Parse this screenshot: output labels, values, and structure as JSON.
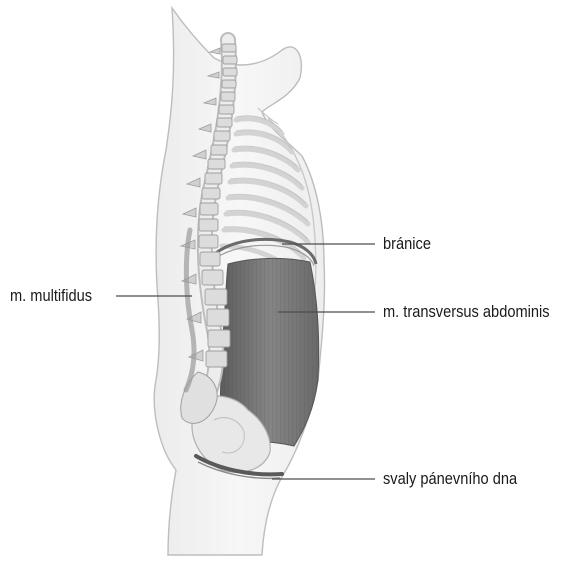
{
  "labels": {
    "diaphragm": "bránice",
    "multifidus": "m. multifidus",
    "transversus": "m. transversus abdominis",
    "pelvic_floor": "svaly pánevního dna"
  },
  "colors": {
    "background": "#ffffff",
    "body_outline": "#bdbdbd",
    "skin_fill": "#f4f4f4",
    "rib": "#d6d6d6",
    "vertebra": "#e2e2e2",
    "muscle": "#6e6e6e",
    "leader_line": "#4d4d4d"
  }
}
